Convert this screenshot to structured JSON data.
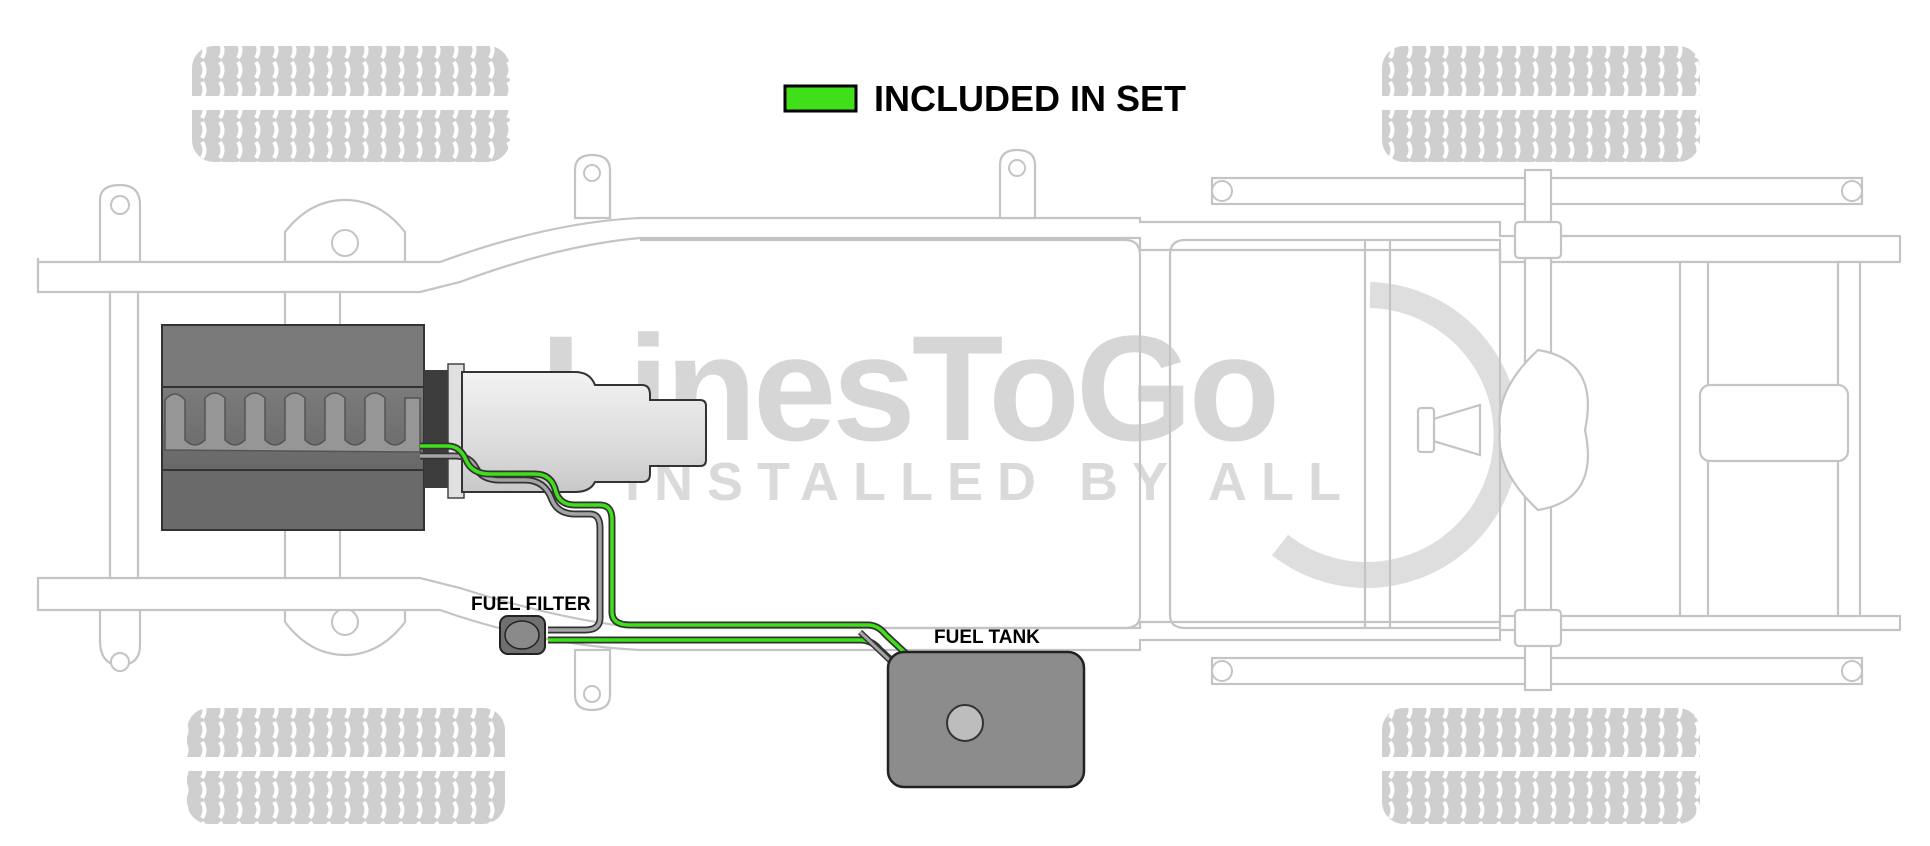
{
  "legend": {
    "label": "INCLUDED IN SET",
    "swatch_color": "#3fe01a"
  },
  "watermark": {
    "brand": "LinesToGo",
    "tagline": "INSTALLED BY ALL"
  },
  "labels": {
    "fuel_filter": "FUEL FILTER",
    "fuel_tank": "FUEL TANK"
  },
  "colors": {
    "included_line": "#3fe01a",
    "other_line": "#9a9a9a",
    "frame": "#c4c4c4",
    "engine": "#6f6f6f",
    "tank": "#8c8c8c"
  },
  "icons": [
    "tire-icon",
    "engine-icon",
    "transmission-icon",
    "fuel-filter-icon",
    "fuel-tank-icon",
    "rear-axle-icon"
  ]
}
